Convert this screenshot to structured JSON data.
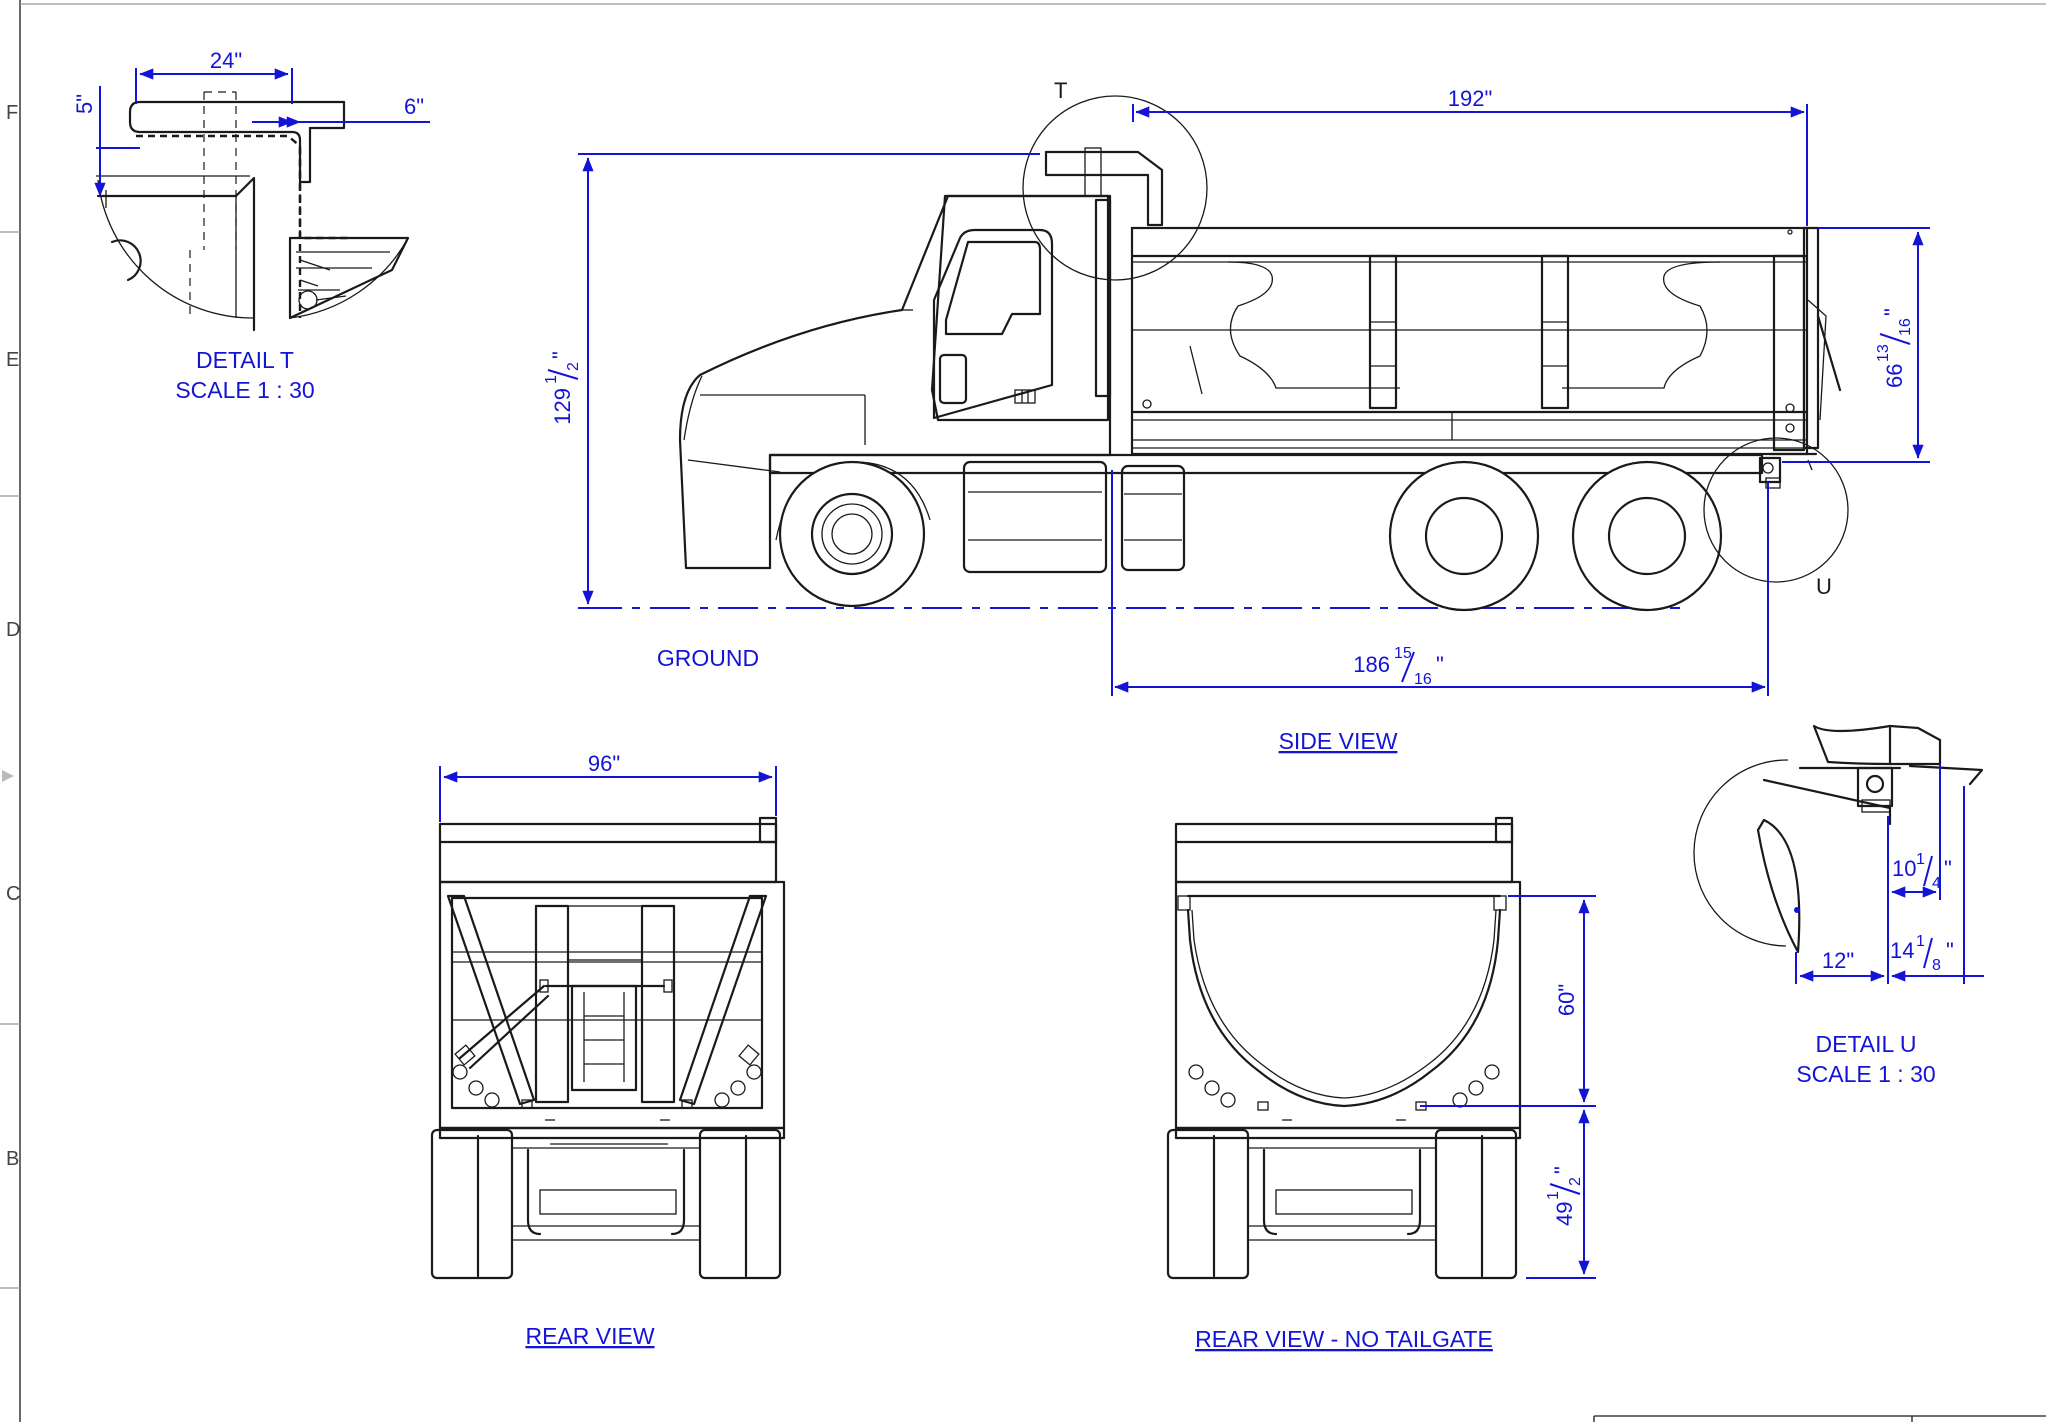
{
  "zones": [
    "F",
    "E",
    "D",
    "C",
    "B"
  ],
  "views": {
    "side": "SIDE VIEW",
    "rear": "REAR VIEW",
    "rear_no_tailgate": "REAR VIEW - NO TAILGATE",
    "ground": "GROUND"
  },
  "details": {
    "t": {
      "marker": "T",
      "title": "DETAIL T",
      "scale": "SCALE 1 : 30"
    },
    "u": {
      "marker": "U",
      "title": "DETAIL U",
      "scale": "SCALE 1 : 30"
    }
  },
  "dims": {
    "side_length_top": "192\"",
    "side_length_bottom": {
      "whole": "186",
      "num": "15",
      "den": "16",
      "unit": "\""
    },
    "overall_height": {
      "whole": "129",
      "num": "1",
      "den": "2",
      "unit": "\""
    },
    "body_height": {
      "whole": "66",
      "num": "13",
      "den": "16",
      "unit": "\""
    },
    "detail_t_width": "24\"",
    "detail_t_height": "5\"",
    "detail_t_offset": "6\"",
    "rear_width": "96\"",
    "rear_inner_height": "60\"",
    "rear_lower_height": {
      "whole": "49",
      "num": "1",
      "den": "2",
      "unit": "\""
    },
    "detail_u_a": {
      "whole": "10",
      "num": "1",
      "den": "4",
      "unit": "\""
    },
    "detail_u_b": "12\"",
    "detail_u_c": {
      "whole": "14",
      "num": "1",
      "den": "8",
      "unit": "\""
    }
  }
}
